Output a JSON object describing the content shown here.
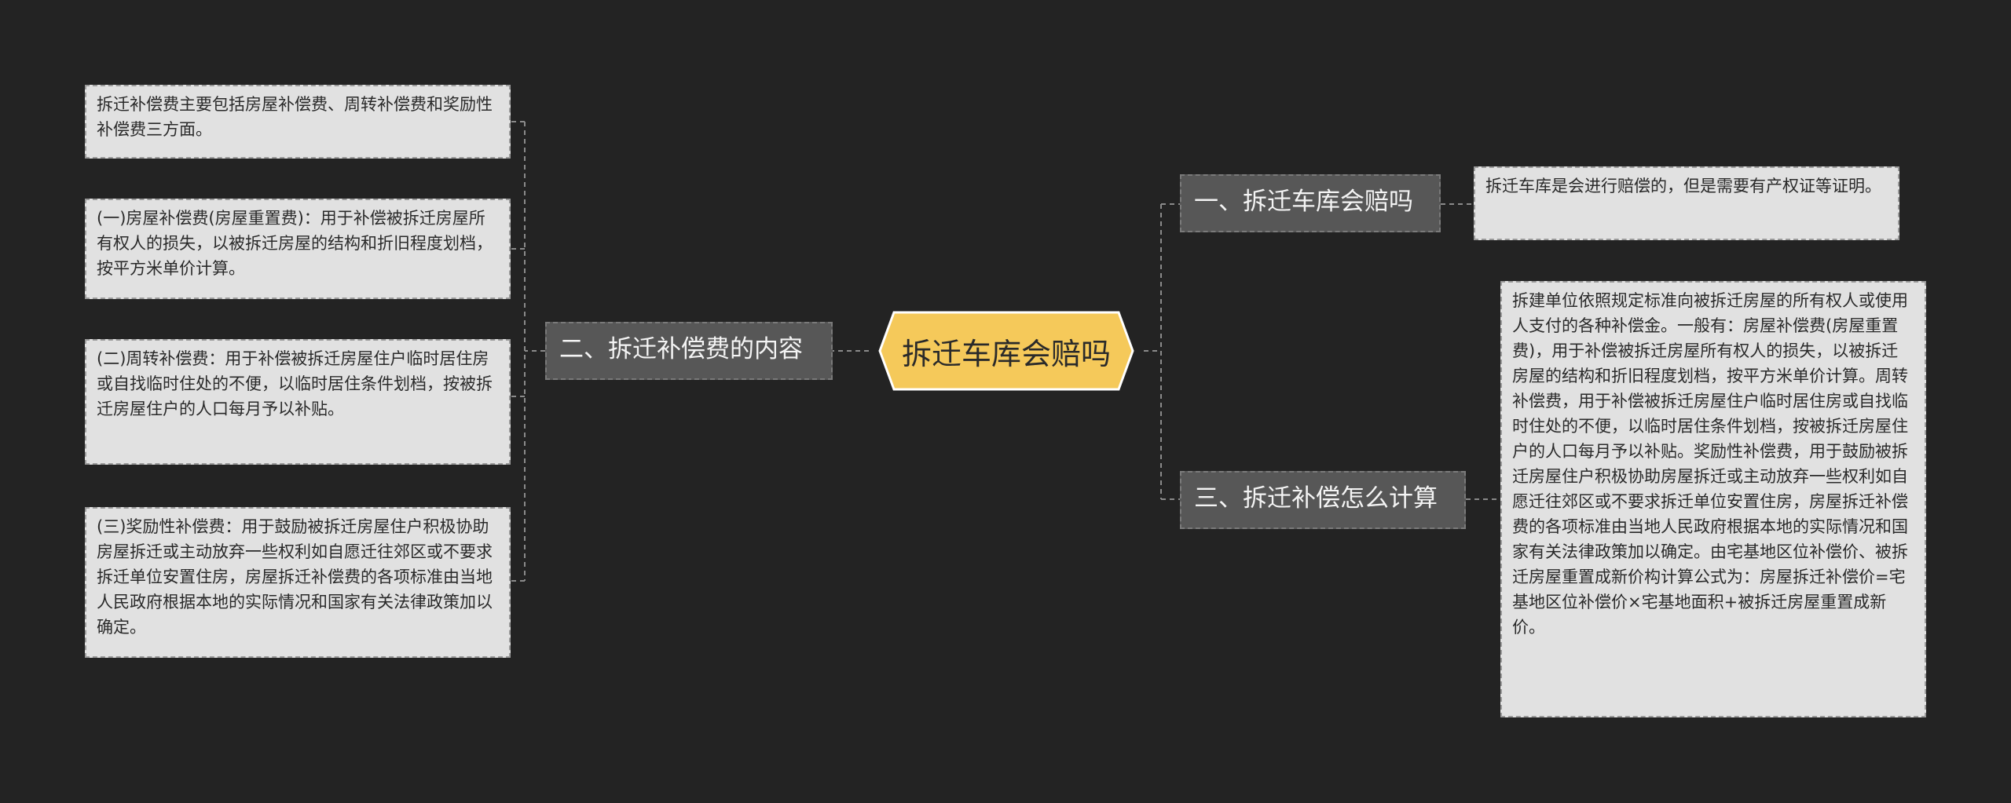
{
  "root": {
    "label": "拆迁车库会赔吗"
  },
  "branches": [
    {
      "label": "二、拆迁补偿费的内容",
      "leaves": [
        "拆迁补偿费主要包括房屋补偿费、周转补偿费和奖励性补偿费三方面。",
        "(一)房屋补偿费(房屋重置费)：用于补偿被拆迁房屋所有权人的损失，以被拆迁房屋的结构和折旧程度划档，按平方米单价计算。",
        "(二)周转补偿费：用于补偿被拆迁房屋住户临时居住房或自找临时住处的不便，以临时居住条件划档，按被拆迁房屋住户的人口每月予以补贴。",
        "(三)奖励性补偿费：用于鼓励被拆迁房屋住户积极协助房屋拆迁或主动放弃一些权利如自愿迁往郊区或不要求拆迁单位安置住房，房屋拆迁补偿费的各项标准由当地人民政府根据本地的实际情况和国家有关法律政策加以确定。"
      ]
    },
    {
      "label": "一、拆迁车库会赔吗",
      "leaves": [
        "拆迁车库是会进行赔偿的，但是需要有产权证等证明。"
      ]
    },
    {
      "label": "三、拆迁补偿怎么计算",
      "leaves": [
        "拆建单位依照规定标准向被拆迁房屋的所有权人或使用人支付的各种补偿金。一般有：房屋补偿费(房屋重置费)，用于补偿被拆迁房屋所有权人的损失，以被拆迁房屋的结构和折旧程度划档，按平方米单价计算。周转补偿费，用于补偿被拆迁房屋住户临时居住房或自找临时住处的不便，以临时居住条件划档，按被拆迁房屋住户的人口每月予以补贴。奖励性补偿费，用于鼓励被拆迁房屋住户积极协助房屋拆迁或主动放弃一些权利如自愿迁往郊区或不要求拆迁单位安置住房，房屋拆迁补偿费的各项标准由当地人民政府根据本地的实际情况和国家有关法律政策加以确定。由宅基地区位补偿价、被拆迁房屋重置成新价构计算公式为：房屋拆迁补偿价=宅基地区位补偿价×宅基地面积+被拆迁房屋重置成新价。"
      ]
    }
  ],
  "colors": {
    "background": "#232323",
    "root_fill": "#f5c95a",
    "branch_fill": "#575757",
    "leaf_fill": "#e1e1e1",
    "connector": "#8a8a8a"
  }
}
